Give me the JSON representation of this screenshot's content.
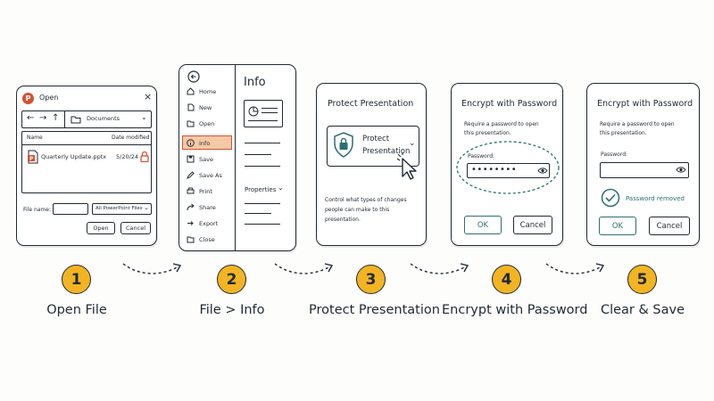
{
  "steps": [
    {
      "number": "1",
      "label": "Open File"
    },
    {
      "number": "2",
      "label": "File > Info"
    },
    {
      "number": "3",
      "label": "Protect Presentation"
    },
    {
      "number": "4",
      "label": "Encrypt with Password"
    },
    {
      "number": "5",
      "label": "Clear & Save"
    }
  ],
  "open_dialog": {
    "title": "Open",
    "folder": "Documents",
    "col_name": "Name",
    "col_date": "Date modified",
    "file_name": "Quarterly Update.pptx",
    "file_date": "5/20/24",
    "file_name_label": "File name:",
    "filter": "All PowerPoint Files",
    "open_button": "Open",
    "cancel_button": "Cancel"
  },
  "backstage": {
    "menu": [
      "Home",
      "New",
      "Open",
      "Info",
      "Save",
      "Save As",
      "Print",
      "Share",
      "Export",
      "Close"
    ],
    "title": "Info",
    "properties": "Properties"
  },
  "protect": {
    "title": "Protect Presentation",
    "button_line1": "Protect",
    "button_line2": "Presentation",
    "desc_line1": "Control what types of changes",
    "desc_line2": "people can make to this",
    "desc_line3": "presentation."
  },
  "encrypt": {
    "title": "Encrypt with Password",
    "desc_line1": "Require a password to open",
    "desc_line2": "this presentation.",
    "password_label": "Password:",
    "password_value": "••••••••",
    "ok": "OK",
    "cancel": "Cancel"
  },
  "clear": {
    "title": "Encrypt with Password",
    "desc_line1": "Require a password to open",
    "desc_line2": "this presentation.",
    "password_label": "Password:",
    "status": "Password removed",
    "ok": "OK",
    "cancel": "Cancel"
  },
  "colors": {
    "accent": "#f3b423",
    "teal": "#2e6f73",
    "highlight": "#f6c9a6",
    "ppt_orange": "#d35230"
  }
}
